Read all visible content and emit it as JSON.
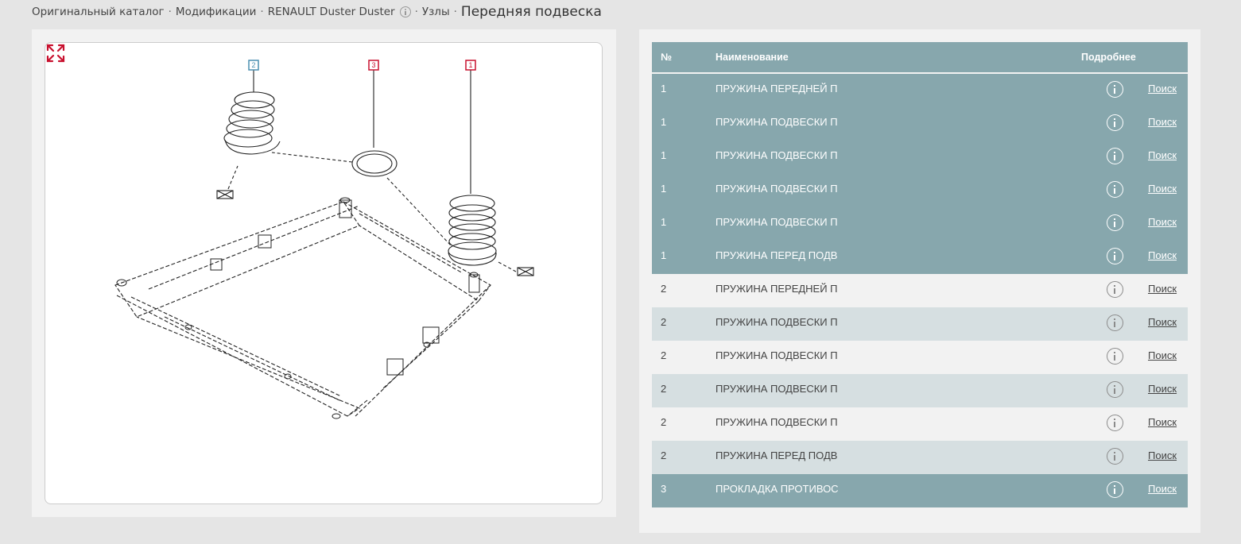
{
  "breadcrumb": {
    "items": [
      "Оригинальный каталог",
      "Модификации",
      "RENAULT Duster Duster",
      "Узлы"
    ],
    "current": "Передняя подвеска",
    "separator": "·"
  },
  "diagram": {
    "callouts": [
      "2",
      "3",
      "1"
    ]
  },
  "table": {
    "headers": {
      "num": "№",
      "name": "Наименование",
      "more": "Подробнее"
    },
    "rows": [
      {
        "num": "1",
        "name": "ПРУЖИНА ПЕРЕДНЕЙ П",
        "search": "Поиск",
        "style": "hl"
      },
      {
        "num": "1",
        "name": "ПРУЖИНА ПОДВЕСКИ П",
        "search": "Поиск",
        "style": "hl"
      },
      {
        "num": "1",
        "name": "ПРУЖИНА ПОДВЕСКИ П",
        "search": "Поиск",
        "style": "hl"
      },
      {
        "num": "1",
        "name": "ПРУЖИНА ПОДВЕСКИ П",
        "search": "Поиск",
        "style": "hl"
      },
      {
        "num": "1",
        "name": "ПРУЖИНА ПОДВЕСКИ П",
        "search": "Поиск",
        "style": "hl"
      },
      {
        "num": "1",
        "name": "ПРУЖИНА ПЕРЕД ПОДВ",
        "search": "Поиск",
        "style": "hl"
      },
      {
        "num": "2",
        "name": "ПРУЖИНА ПЕРЕДНЕЙ П",
        "search": "Поиск",
        "style": "plain"
      },
      {
        "num": "2",
        "name": "ПРУЖИНА ПОДВЕСКИ П",
        "search": "Поиск",
        "style": "alt"
      },
      {
        "num": "2",
        "name": "ПРУЖИНА ПОДВЕСКИ П",
        "search": "Поиск",
        "style": "plain"
      },
      {
        "num": "2",
        "name": "ПРУЖИНА ПОДВЕСКИ П",
        "search": "Поиск",
        "style": "alt"
      },
      {
        "num": "2",
        "name": "ПРУЖИНА ПОДВЕСКИ П",
        "search": "Поиск",
        "style": "plain"
      },
      {
        "num": "2",
        "name": "ПРУЖИНА ПЕРЕД ПОДВ",
        "search": "Поиск",
        "style": "alt"
      },
      {
        "num": "3",
        "name": "ПРОКЛАДКА ПРОТИВОС",
        "search": "Поиск",
        "style": "hl"
      }
    ]
  },
  "colors": {
    "highlight_row": "#87a7ad",
    "alt_row": "#d6dfe1",
    "callout_red": "#c8102e",
    "callout_blue": "#4a8fb0",
    "expand_icon": "#c8102e"
  },
  "icons": {
    "breadcrumb_info": "info-circle-icon",
    "row_info": "info-circle-icon",
    "expand": "expand-arrows-icon"
  }
}
